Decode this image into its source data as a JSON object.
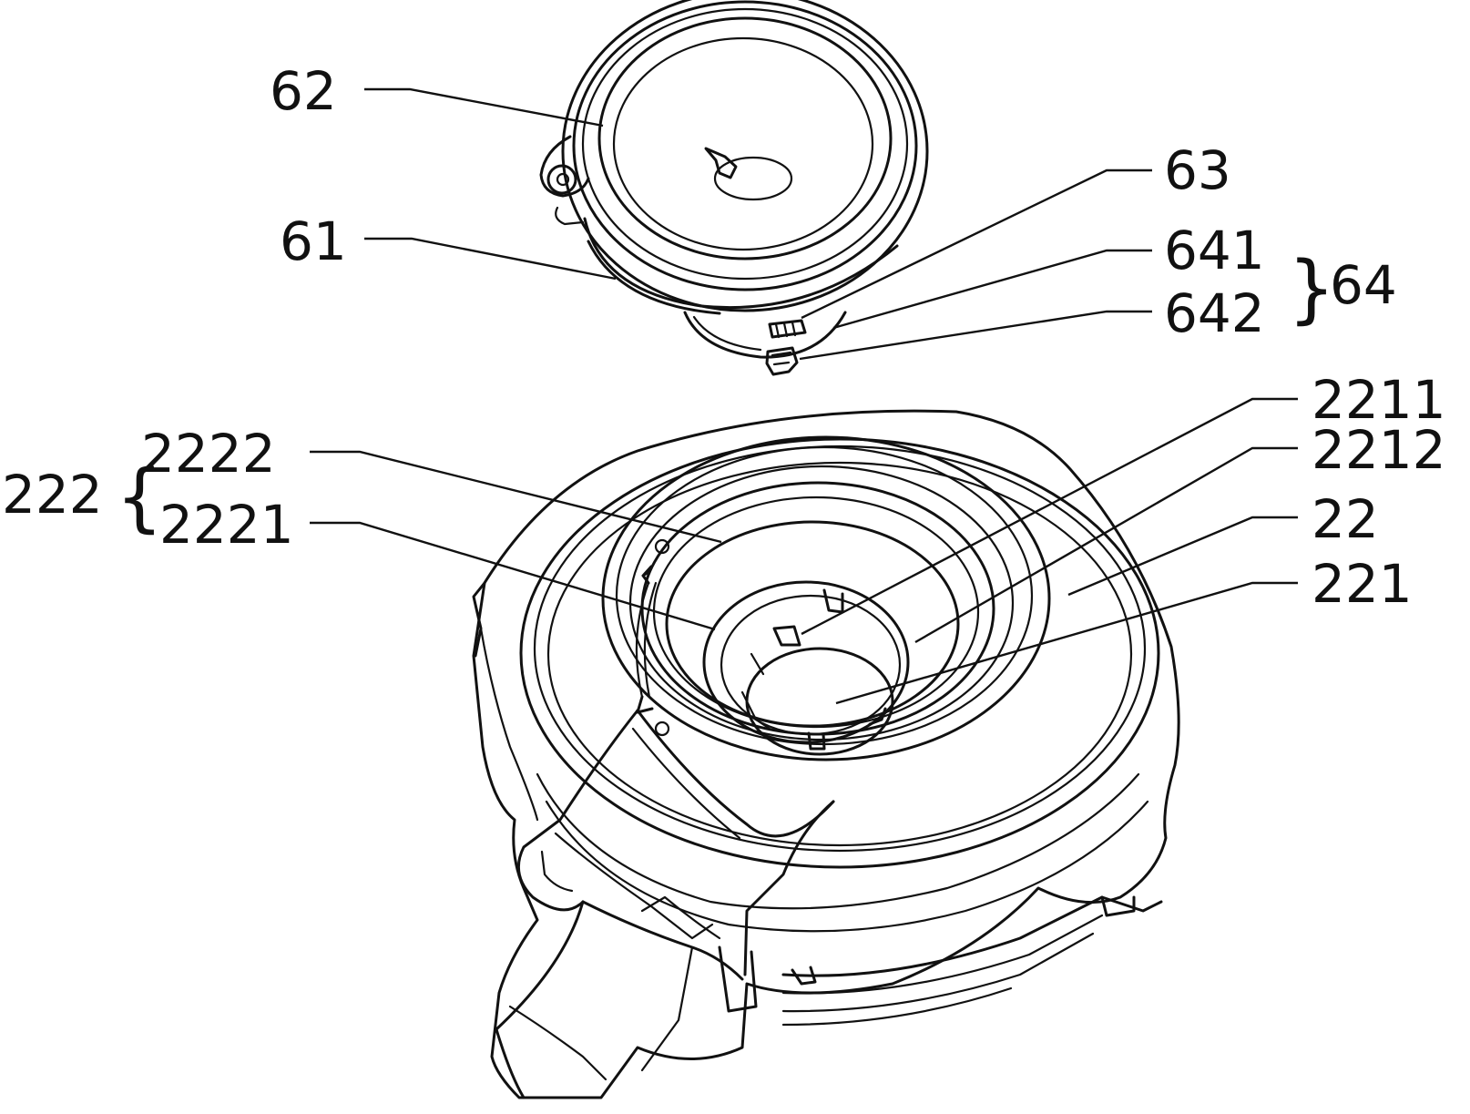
{
  "labels": {
    "l62": "62",
    "l61": "61",
    "l63": "63",
    "l641": "641",
    "l642": "642",
    "l64": "64",
    "l2211": "2211",
    "l2212": "2212",
    "l22": "22",
    "l221": "221",
    "l222": "222",
    "l2222": "2222",
    "l2221": "2221"
  }
}
